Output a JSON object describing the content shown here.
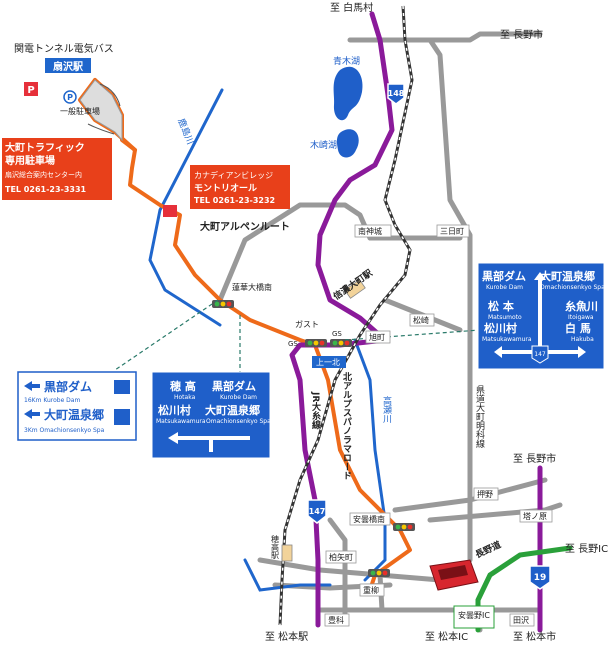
{
  "colors": {
    "route148": "#8a1a9a",
    "road": "#999999",
    "orange_route": "#ee6a1a",
    "blue_route": "#1f66cc",
    "green_route": "#2aa03a",
    "rail": "#333333",
    "sign_blue": "#1f5fc9",
    "red_label": "#e8401a",
    "lake": "#1f5fc9",
    "parking_red": "#e6303a"
  },
  "top": {
    "hakuba": "至 白馬村",
    "nagano_upper": "至 長野市"
  },
  "lakes": {
    "aoki": "青木湖",
    "kizaki": "木崎湖"
  },
  "route_shields": {
    "r148": "148",
    "r147": "147",
    "r19": "19"
  },
  "ogisawa": {
    "tunnel_bus": "関電トンネル電気バス",
    "station": "扇沢駅",
    "parking_mark": "P",
    "p_icon": "P",
    "general_parking": "一般駐車場"
  },
  "traffic_box": {
    "line1": "大町トラフィック",
    "line2": "専用駐車場",
    "line3": "扇沢総合案内センター内",
    "tel": "TEL 0261-23-3331"
  },
  "montrio_box": {
    "line1": "カナディアンビレッジ",
    "line2": "モントリオール",
    "tel": "TEL 0261-23-3232"
  },
  "labels": {
    "kashimagawa": "鹿島川",
    "alpen_route": "大町アルペンルート",
    "minami_kamishiro": "南神城",
    "sanbiki": "三日町",
    "shinano_omachi": "信濃大町駅",
    "tokizawa_bridge": "蓮華大橋南",
    "gas": "ガスト",
    "gs1": "GS",
    "gs2": "GS",
    "kamiichi": "上一北",
    "asahicho": "旭町",
    "matsuzaki": "松崎",
    "jr_oito": "JR大糸線",
    "kita_alps": "北アルプスパノラマロード",
    "takasegawa": "高瀬川",
    "prefectural": "県道大町明科線",
    "oshino": "押野",
    "azumi_bridge": "安曇橋南",
    "hotaka_station": "穂高駅",
    "kashiwa": "柏矢町",
    "nagano_expressway": "長野道",
    "toyoshina": "豊科",
    "higashi": "重柳",
    "tokinohara": "塔ノ原",
    "azumino_ic": "安曇野IC",
    "tazawa": "田沢",
    "nagano_mid": "至 長野市",
    "nagano_ic": "至 長野IC",
    "matsumoto_station": "至 松本駅",
    "matsumoto_ic": "至 松本IC",
    "matsumoto_city": "至 松本市"
  },
  "sign_left": {
    "kurobe_dam": "黒部ダム",
    "kurobe_sub": "16Km  Kurobe Dam",
    "omachi_onsen": "大町温泉郷",
    "omachi_sub": "3Km  Omachionsenkyo Spa"
  },
  "sign_center": {
    "hotaka": "穂 高",
    "hotaka_sub": "Hotaka",
    "kurobe": "黒部ダム",
    "kurobe_sub": "Kurobe Dam",
    "matsukawa": "松川村",
    "matsukawa_sub": "Matsukawamura",
    "omachi": "大町温泉郷",
    "omachi_sub": "Omachionsenkyo Spa"
  },
  "sign_right": {
    "kurobe": "黒部ダム",
    "kurobe_sub": "Kurobe Dam",
    "omachi": "大町温泉郷",
    "omachi_sub": "Omachionsenkyo Spa",
    "matsumoto": "松 本",
    "matsumoto_sub": "Matsumoto",
    "itoigawa": "糸魚川",
    "itoigawa_sub": "Itoigawa",
    "matsukawa": "松川村",
    "matsukawa_sub": "Matsukawamura",
    "hakuba": "白 馬",
    "hakuba_sub": "Hakuba",
    "route": "147"
  }
}
